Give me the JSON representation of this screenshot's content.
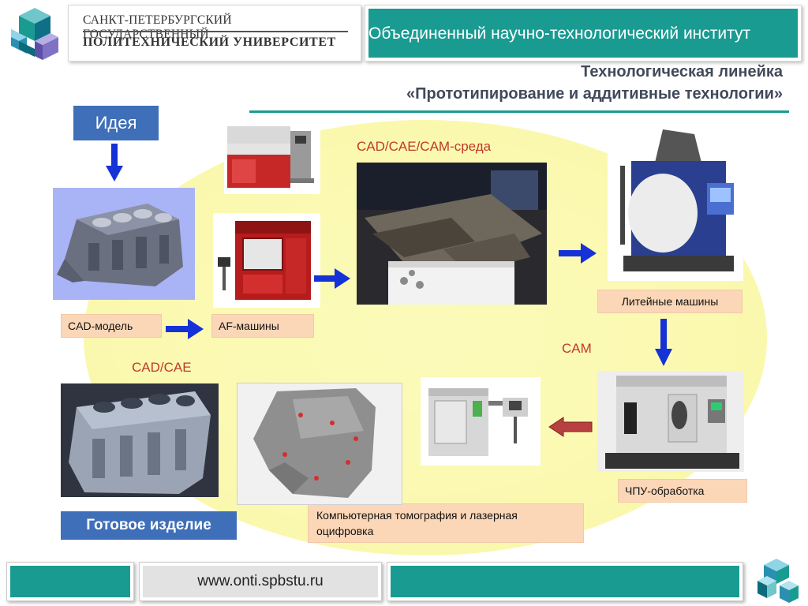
{
  "header": {
    "university_line1": "САНКТ-ПЕТЕРБУРГСКИЙ ГОСУДАРСТВЕННЫЙ",
    "university_line2": "ПОЛИТЕХНИЧЕСКИЙ УНИВЕРСИТЕТ",
    "institute": "Объединенный научно-технологический институт"
  },
  "title": {
    "line1": "Технологическая линейка",
    "line2": "«Прототипирование и аддитивные технологии»"
  },
  "labels": {
    "idea": "Идея",
    "cad_model": "CAD-модель",
    "af_machines": "AF-машины",
    "cad_cae_cam": "CAD/CAE/CAM-среда",
    "casting_machines": "Литейные машины",
    "cam": "CAM",
    "cad_cae": "CAD/CAE",
    "cnc": "ЧПУ-обработка",
    "finished": "Готовое изделие",
    "tomography": "Компьютерная томография и лазерная оцифровка"
  },
  "footer": {
    "website": "www.onti.spbstu.ru"
  },
  "colors": {
    "teal": "#1a9b92",
    "blue": "#3e6fb8",
    "arrow_blue": "#1532d6",
    "label_bg": "#fbd7b8",
    "red_text": "#c0392b",
    "ellipse": "#fbfab9"
  }
}
